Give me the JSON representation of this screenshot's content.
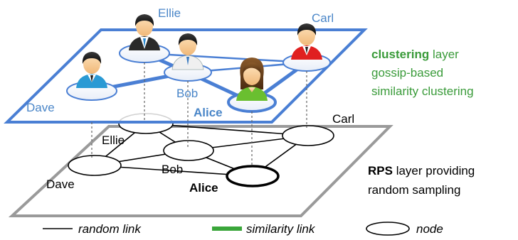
{
  "colors": {
    "clustering_layer": "#4a7fd4",
    "similarity_link": "#4a7fd4",
    "random_link": "#000000",
    "rps_layer": "#9a9a9a",
    "legend_similarity_swatch": "#3aa63a",
    "clustering_text": "#3a9b3a",
    "label_blue": "#4a86c8"
  },
  "clustering_layer": {
    "nodes": [
      "Ellie",
      "Carl",
      "Dave",
      "Bob",
      "Alice"
    ],
    "description": {
      "bold": "clustering",
      "line1_rest": " layer",
      "line2": "gossip-based",
      "line3": "similarity clustering"
    },
    "icons": [
      "person-man-icon",
      "person-man-icon",
      "person-man-icon",
      "person-man-icon",
      "person-woman-icon"
    ]
  },
  "rps_layer": {
    "nodes": [
      "Carl",
      "Ellie",
      "Bob",
      "Dave",
      "Alice"
    ],
    "description": {
      "bold": "RPS",
      "line1_rest": " layer providing",
      "line2": "random sampling"
    }
  },
  "legend": {
    "random_link": "random link",
    "similarity_link": "similarity link",
    "node": "node"
  }
}
